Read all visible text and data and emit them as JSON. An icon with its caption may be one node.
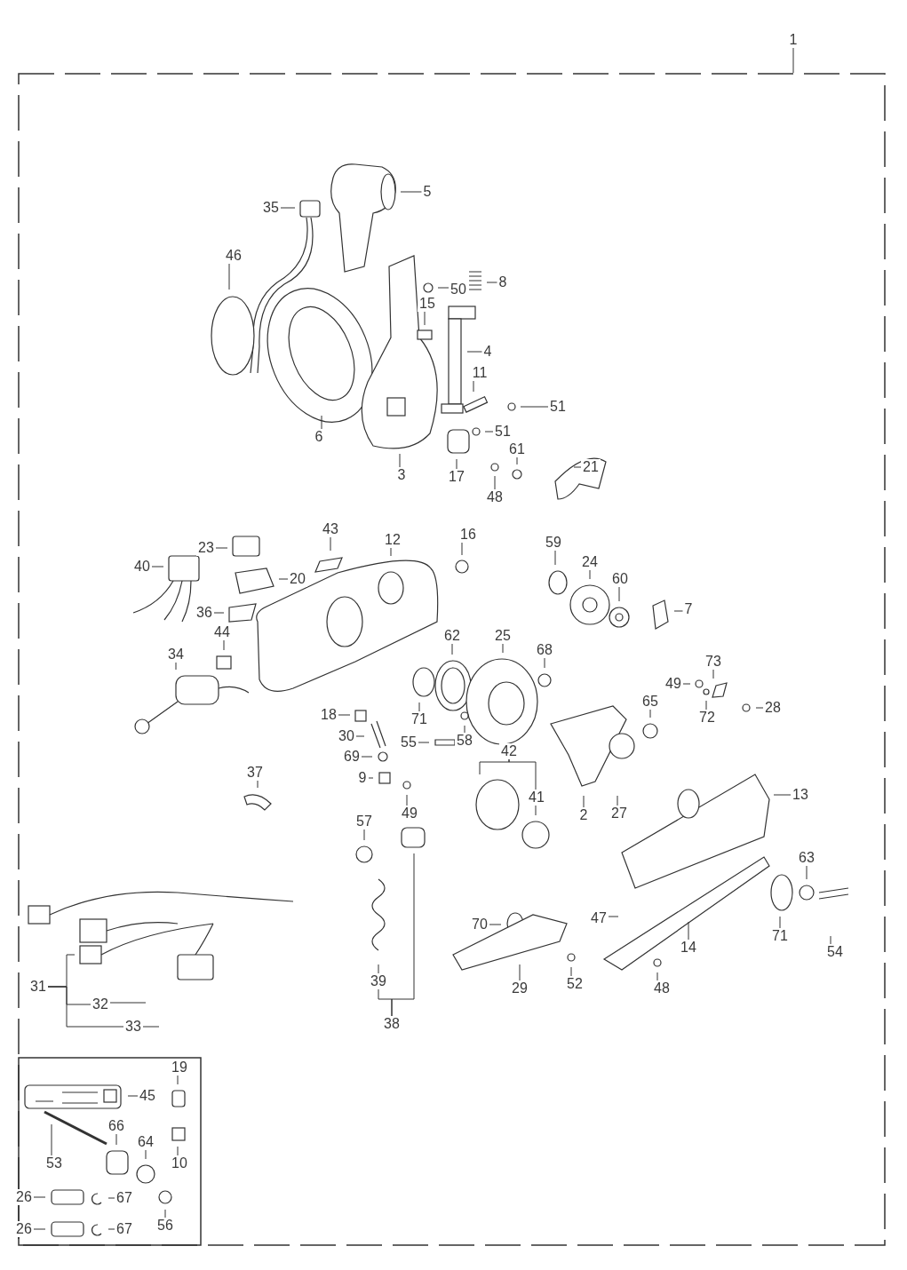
{
  "diagram": {
    "nodes": [
      {
        "text": [],
        "shape": "box"
      },
      {
        "text": [
          "1"
        ]
      },
      {
        "text": [
          "5"
        ],
        "in": 0
      },
      {
        "text": [
          "35"
        ],
        "in": 0
      },
      {
        "text": [
          "46"
        ],
        "in": 0
      },
      {
        "text": [
          "8"
        ],
        "in": 0
      },
      {
        "text": [
          "50"
        ],
        "in": 0
      },
      {
        "text": [
          "15"
        ],
        "in": 0
      },
      {
        "text": [
          "4"
        ],
        "in": 0
      },
      {
        "text": [
          "11"
        ],
        "in": 0
      },
      {
        "text": [
          "51"
        ],
        "in": 0
      },
      {
        "text": [
          "51"
        ],
        "in": 0
      },
      {
        "text": [
          "6"
        ],
        "in": 0
      },
      {
        "text": [
          "61"
        ],
        "in": 0
      },
      {
        "text": [
          "21"
        ],
        "in": 0
      },
      {
        "text": [
          "3"
        ],
        "in": 0
      },
      {
        "text": [
          "17"
        ],
        "in": 0
      },
      {
        "text": [
          "48"
        ],
        "in": 0
      },
      {
        "text": [
          "43"
        ],
        "in": 0
      },
      {
        "text": [
          "12"
        ],
        "in": 0
      },
      {
        "text": [
          "16"
        ],
        "in": 0
      },
      {
        "text": [
          "59"
        ],
        "in": 0
      },
      {
        "text": [
          "23"
        ],
        "in": 0
      },
      {
        "text": [
          "24"
        ],
        "in": 0
      },
      {
        "text": [
          "40"
        ],
        "in": 0
      },
      {
        "text": [
          "20"
        ],
        "in": 0
      },
      {
        "text": [
          "60"
        ],
        "in": 0
      },
      {
        "text": [
          "7"
        ],
        "in": 0
      },
      {
        "text": [
          "36"
        ],
        "in": 0
      },
      {
        "text": [
          "44"
        ],
        "in": 0
      },
      {
        "text": [
          "34"
        ],
        "in": 0
      },
      {
        "text": [
          "25"
        ],
        "in": 0
      },
      {
        "text": [
          "62"
        ],
        "in": 0
      },
      {
        "text": [
          "68"
        ],
        "in": 0
      },
      {
        "text": [
          "73"
        ],
        "in": 0
      },
      {
        "text": [
          "49"
        ],
        "in": 0
      },
      {
        "text": [
          "28"
        ],
        "in": 0
      },
      {
        "text": [
          "71"
        ],
        "in": 0
      },
      {
        "text": [
          "65"
        ],
        "in": 0
      },
      {
        "text": [
          "72"
        ],
        "in": 0
      },
      {
        "text": [
          "18"
        ],
        "in": 0
      },
      {
        "text": [
          "30"
        ],
        "in": 0
      },
      {
        "text": [
          "55"
        ],
        "in": 0
      },
      {
        "text": [
          "58"
        ],
        "in": 0
      },
      {
        "text": [
          "42"
        ],
        "in": 0
      },
      {
        "text": [
          "69"
        ],
        "in": 0
      },
      {
        "text": [
          "9"
        ],
        "in": 0
      },
      {
        "text": [
          "37"
        ],
        "in": 0
      },
      {
        "text": [
          "13"
        ],
        "in": 0
      },
      {
        "text": [
          "41"
        ],
        "in": 0
      },
      {
        "text": [
          "49"
        ],
        "in": 0
      },
      {
        "text": [
          "27"
        ],
        "in": 0
      },
      {
        "text": [
          "2"
        ],
        "in": 0
      },
      {
        "text": [
          "57"
        ],
        "in": 0
      },
      {
        "text": [
          "63"
        ],
        "in": 0
      },
      {
        "text": [
          "47"
        ],
        "in": 0
      },
      {
        "text": [
          "70"
        ],
        "in": 0
      },
      {
        "text": [
          "71"
        ],
        "in": 0
      },
      {
        "text": [
          "54"
        ],
        "in": 0
      },
      {
        "text": [
          "14"
        ],
        "in": 0
      },
      {
        "text": [
          "39"
        ],
        "in": 0
      },
      {
        "text": [
          "31"
        ],
        "in": 0
      },
      {
        "text": [
          "29"
        ],
        "in": 0
      },
      {
        "text": [
          "52"
        ],
        "in": 0
      },
      {
        "text": [
          "48"
        ],
        "in": 0
      },
      {
        "text": [
          "32"
        ],
        "in": 0
      },
      {
        "text": [
          "38"
        ],
        "in": 0
      },
      {
        "text": [
          "33"
        ],
        "in": 0
      },
      {
        "text": [],
        "shape": "box",
        "in": 0
      },
      {
        "text": [
          "19"
        ],
        "in": 68
      },
      {
        "text": [
          "45"
        ],
        "in": 68
      },
      {
        "text": [
          "66"
        ],
        "in": 68
      },
      {
        "text": [
          "64"
        ],
        "in": 68
      },
      {
        "text": [
          "10"
        ],
        "in": 68
      },
      {
        "text": [
          "53"
        ],
        "in": 68
      },
      {
        "text": [
          "26"
        ],
        "in": 68
      },
      {
        "text": [
          "67"
        ],
        "in": 68
      },
      {
        "text": [
          "56"
        ],
        "in": 68
      },
      {
        "text": [
          "26"
        ],
        "in": 68
      },
      {
        "text": [
          "67"
        ],
        "in": 68
      }
    ],
    "edges": [
      {
        "from": 1,
        "to": 0,
        "arrow": "none"
      },
      {
        "from": 2,
        "to": null,
        "arrow": "none"
      },
      {
        "from": 3,
        "to": null,
        "arrow": "none"
      },
      {
        "from": 4,
        "to": null,
        "arrow": "none"
      },
      {
        "from": 5,
        "to": null,
        "arrow": "none"
      },
      {
        "from": 6,
        "to": null,
        "arrow": "none"
      },
      {
        "from": 7,
        "to": null,
        "arrow": "none"
      },
      {
        "from": 8,
        "to": null,
        "arrow": "none"
      },
      {
        "from": 9,
        "to": null,
        "arrow": "none"
      },
      {
        "from": 10,
        "to": null,
        "arrow": "none"
      },
      {
        "from": 11,
        "to": null,
        "arrow": "none"
      },
      {
        "from": 12,
        "to": null,
        "arrow": "none"
      },
      {
        "from": 13,
        "to": null,
        "arrow": "none"
      },
      {
        "from": 14,
        "to": null,
        "arrow": "none"
      },
      {
        "from": 15,
        "to": null,
        "arrow": "none"
      },
      {
        "from": 16,
        "to": null,
        "arrow": "none"
      },
      {
        "from": 17,
        "to": null,
        "arrow": "none"
      },
      {
        "from": 18,
        "to": null,
        "arrow": "none"
      },
      {
        "from": 19,
        "to": null,
        "arrow": "none"
      },
      {
        "from": 20,
        "to": null,
        "arrow": "none"
      },
      {
        "from": 21,
        "to": null,
        "arrow": "none"
      },
      {
        "from": 22,
        "to": null,
        "arrow": "none"
      },
      {
        "from": 23,
        "to": null,
        "arrow": "none"
      },
      {
        "from": 24,
        "to": null,
        "arrow": "none"
      },
      {
        "from": 25,
        "to": null,
        "arrow": "none"
      },
      {
        "from": 26,
        "to": null,
        "arrow": "none"
      },
      {
        "from": 27,
        "to": null,
        "arrow": "none"
      },
      {
        "from": 28,
        "to": null,
        "arrow": "none"
      },
      {
        "from": 29,
        "to": null,
        "arrow": "none"
      },
      {
        "from": 30,
        "to": null,
        "arrow": "none"
      },
      {
        "from": 31,
        "to": null,
        "arrow": "none"
      },
      {
        "from": 32,
        "to": null,
        "arrow": "none"
      },
      {
        "from": 33,
        "to": null,
        "arrow": "none"
      },
      {
        "from": 34,
        "to": null,
        "arrow": "none"
      },
      {
        "from": 35,
        "to": null,
        "arrow": "none"
      },
      {
        "from": 36,
        "to": null,
        "arrow": "none"
      },
      {
        "from": 37,
        "to": null,
        "arrow": "none"
      },
      {
        "from": 38,
        "to": null,
        "arrow": "none"
      },
      {
        "from": 39,
        "to": null,
        "arrow": "none"
      },
      {
        "from": 40,
        "to": null,
        "arrow": "none"
      },
      {
        "from": 41,
        "to": null,
        "arrow": "none"
      },
      {
        "from": 42,
        "to": null,
        "arrow": "none"
      },
      {
        "from": 43,
        "to": null,
        "arrow": "none"
      },
      {
        "from": 44,
        "to": null,
        "arrow": "none"
      },
      {
        "from": 44,
        "to": 49,
        "arrow": "none"
      },
      {
        "from": 45,
        "to": null,
        "arrow": "none"
      },
      {
        "from": 46,
        "to": null,
        "arrow": "none"
      },
      {
        "from": 47,
        "to": null,
        "arrow": "none"
      },
      {
        "from": 48,
        "to": null,
        "arrow": "none"
      },
      {
        "from": 49,
        "to": null,
        "arrow": "none"
      },
      {
        "from": 50,
        "to": null,
        "arrow": "none"
      },
      {
        "from": 51,
        "to": null,
        "arrow": "none"
      },
      {
        "from": 52,
        "to": null,
        "arrow": "none"
      },
      {
        "from": 53,
        "to": null,
        "arrow": "none"
      },
      {
        "from": 54,
        "to": null,
        "arrow": "none"
      },
      {
        "from": 55,
        "to": null,
        "arrow": "none"
      },
      {
        "from": 56,
        "to": null,
        "arrow": "none"
      },
      {
        "from": 57,
        "to": null,
        "arrow": "none"
      },
      {
        "from": 58,
        "to": null,
        "arrow": "none"
      },
      {
        "from": 59,
        "to": null,
        "arrow": "none"
      },
      {
        "from": 60,
        "to": null,
        "arrow": "none"
      },
      {
        "from": 61,
        "to": null,
        "arrow": "none"
      },
      {
        "from": 61,
        "to": 65,
        "arrow": "none"
      },
      {
        "from": 61,
        "to": 67,
        "arrow": "none"
      },
      {
        "from": 62,
        "to": null,
        "arrow": "none"
      },
      {
        "from": 63,
        "to": null,
        "arrow": "none"
      },
      {
        "from": 64,
        "to": null,
        "arrow": "none"
      },
      {
        "from": 65,
        "to": null,
        "arrow": "none"
      },
      {
        "from": 66,
        "to": 60,
        "arrow": "none"
      },
      {
        "from": 66,
        "to": null,
        "arrow": "none"
      },
      {
        "from": 67,
        "to": null,
        "arrow": "none"
      },
      {
        "from": 69,
        "to": null,
        "arrow": "none"
      },
      {
        "from": 70,
        "to": null,
        "arrow": "none"
      },
      {
        "from": 71,
        "to": null,
        "arrow": "none"
      },
      {
        "from": 72,
        "to": null,
        "arrow": "none"
      },
      {
        "from": 73,
        "to": null,
        "arrow": "none"
      },
      {
        "from": 74,
        "to": null,
        "arrow": "none"
      },
      {
        "from": 75,
        "to": null,
        "arrow": "none"
      },
      {
        "from": 76,
        "to": null,
        "arrow": "none"
      },
      {
        "from": 77,
        "to": null,
        "arrow": "none"
      },
      {
        "from": 78,
        "to": null,
        "arrow": "none"
      },
      {
        "from": 79,
        "to": null,
        "arrow": "none"
      }
    ]
  }
}
